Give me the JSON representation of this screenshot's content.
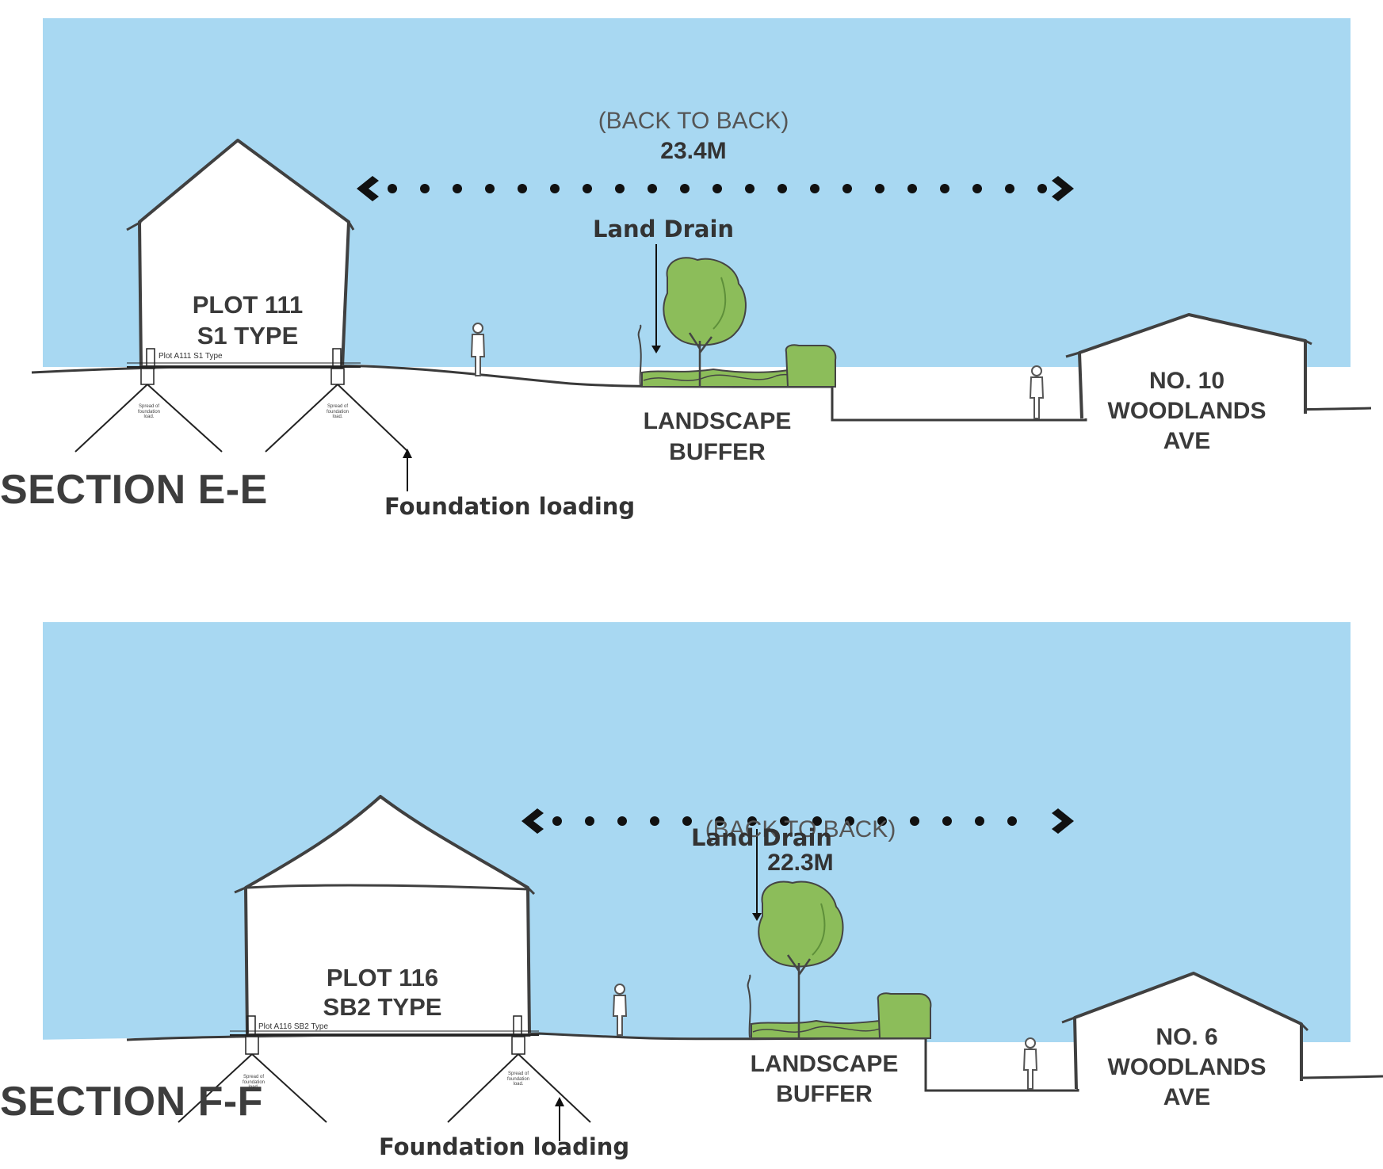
{
  "sections": [
    {
      "title": "SECTION E-E",
      "dimension_label": "(BACK TO BACK)",
      "dimension_value": "23.4M",
      "plot_name": "PLOT 111",
      "plot_type": "S1 TYPE",
      "plot_drawing_tag": "Plot A111  S1 Type",
      "foundation_note": "Spread of foundation load.",
      "land_drain_label": "Land Drain",
      "buffer_line1": "LANDSCAPE",
      "buffer_line2": "BUFFER",
      "neighbour_line1": "NO. 10",
      "neighbour_line2": "WOODLANDS",
      "neighbour_line3": "AVE",
      "foundation_label": "Foundation loading"
    },
    {
      "title": "SECTION F-F",
      "dimension_label": "(BACK TO BACK)",
      "dimension_value": "22.3M",
      "plot_name": "PLOT 116",
      "plot_type": "SB2 TYPE",
      "plot_drawing_tag": "Plot A116 SB2 Type",
      "foundation_note": "Spread of foundation load.",
      "land_drain_label": "Land Drain",
      "buffer_line1": "LANDSCAPE",
      "buffer_line2": "BUFFER",
      "neighbour_line1": "NO. 6",
      "neighbour_line2": "WOODLANDS",
      "neighbour_line3": "AVE",
      "foundation_label": "Foundation loading"
    }
  ],
  "colors": {
    "sky": "#a8d8f2",
    "tree": "#8cbd5a",
    "tree_dark": "#5e8f3a",
    "ink": "#333333"
  }
}
